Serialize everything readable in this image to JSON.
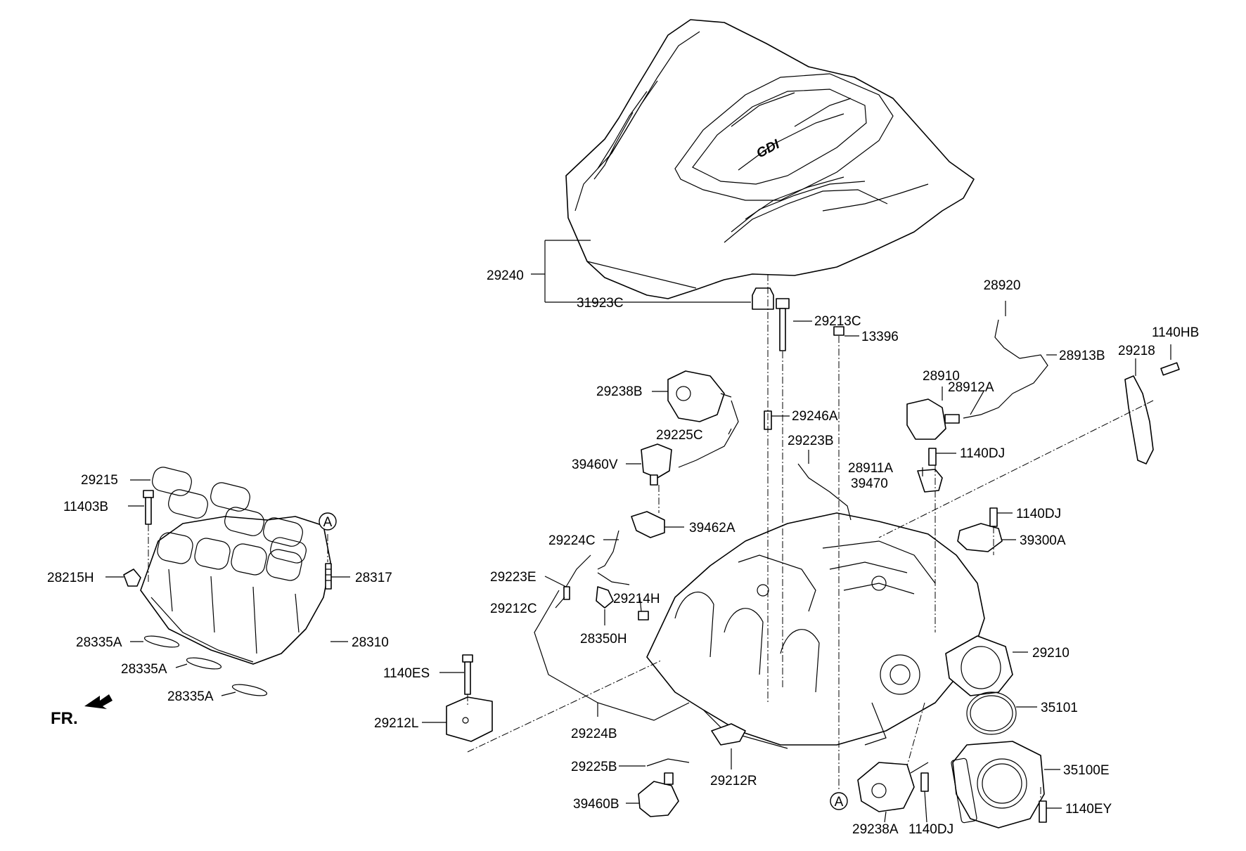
{
  "labels": {
    "p29240": "29240",
    "p31923C": "31923C",
    "p29213C": "29213C",
    "p13396": "13396",
    "p28920": "28920",
    "p28913B": "28913B",
    "p29218": "29218",
    "p1140HB": "1140HB",
    "p28910": "28910",
    "p28912A": "28912A",
    "p29238B": "29238B",
    "p29246A": "29246A",
    "p29225C": "29225C",
    "p29223B": "29223B",
    "p1140DJ_a": "1140DJ",
    "p39460V": "39460V",
    "p28911A": "28911A",
    "p39470": "39470",
    "p29215": "29215",
    "p11403B": "11403B",
    "p1140DJ_b": "1140DJ",
    "p39462A": "39462A",
    "p29224C": "29224C",
    "p39300A": "39300A",
    "p28215H": "28215H",
    "p28317": "28317",
    "p29223E": "29223E",
    "p29214H": "29214H",
    "p29212C": "29212C",
    "p28335A_1": "28335A",
    "p28310": "28310",
    "p28350H": "28350H",
    "p29210": "29210",
    "p28335A_2": "28335A",
    "p1140ES": "1140ES",
    "p28335A_3": "28335A",
    "p35101": "35101",
    "p29212L": "29212L",
    "p29224B": "29224B",
    "p29225B": "29225B",
    "p35100E": "35100E",
    "p29212R": "29212R",
    "p39460B": "39460B",
    "p1140EY": "1140EY",
    "p29238A": "29238A",
    "p1140DJ_c": "1140DJ",
    "ref_a_left": "A",
    "ref_a_bottom": "A",
    "front_marker": "FR.",
    "cover_logo": "GDI"
  }
}
